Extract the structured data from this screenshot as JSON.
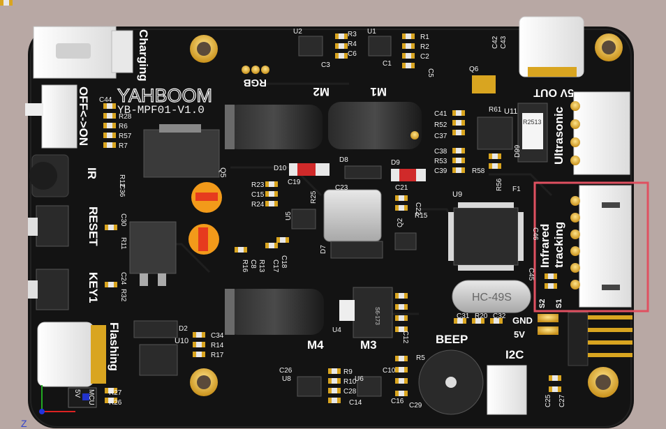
{
  "board": {
    "brand": "YAHBOOM",
    "model": "YB-MPF01-V1.0",
    "crystal": "HC-49S",
    "reg_chip": "R2513",
    "chip_u4": "S6-173"
  },
  "connectors": {
    "charging": "Charging",
    "power_switch": "OFF<->ON",
    "ir": "IR",
    "reset": "RESET",
    "key1": "KEY1",
    "flashing": "Flashing",
    "usb_out": "5V OUT",
    "ultrasonic": "Ultrasonic",
    "infrared_line1": "Infrared",
    "infrared_line2": "tracking",
    "rgb": "RGB",
    "beep": "BEEP",
    "i2c": "I2C",
    "gnd": "GND",
    "v5": "5V",
    "mcu": "MCU",
    "v5_small": "5V",
    "s1": "S1",
    "s2": "S2"
  },
  "motors": {
    "m1": "M1",
    "m2": "M2",
    "m3": "M3",
    "m4": "M4"
  },
  "refs": {
    "U1": "U1",
    "U2": "U2",
    "U4": "U4",
    "U5": "U5",
    "U6": "U6",
    "U8": "U8",
    "U9": "U9",
    "U10": "U10",
    "U11": "U11",
    "Q2": "Q2",
    "Q5": "Q5",
    "Q6": "Q6",
    "D2": "D2",
    "D7": "D7",
    "D8": "D8",
    "D9": "D9",
    "D10": "D10",
    "D99": "D99",
    "F1": "F1",
    "R1": "R1",
    "R2": "R2",
    "R3": "R3",
    "R4": "R4",
    "R5": "R5",
    "R6": "R6",
    "R7": "R7",
    "R9": "R9",
    "R10": "R10",
    "R11": "R11",
    "R12": "R12",
    "R13": "R13",
    "R14": "R14",
    "R15": "R15",
    "R16": "R16",
    "R17": "R17",
    "R20": "R20",
    "R23": "R23",
    "R24": "R24",
    "R25": "R25",
    "R26": "R26",
    "R27": "R27",
    "R28": "R28",
    "R32": "R32",
    "R52": "R52",
    "R53": "R53",
    "R56": "R56",
    "R57": "R57",
    "R58": "R58",
    "R61": "R61",
    "C1": "C1",
    "C2": "C2",
    "C3": "C3",
    "C5": "C5",
    "C6": "C6",
    "C8": "C8",
    "C10": "C10",
    "C12": "C12",
    "C14": "C14",
    "C15": "C15",
    "C16": "C16",
    "C17": "C17",
    "C18": "C18",
    "C19": "C19",
    "C22": "C22",
    "C23": "C23",
    "C24": "C24",
    "C25": "C25",
    "C26": "C26",
    "C27": "C27",
    "C28": "C28",
    "C29": "C29",
    "C30": "C30",
    "C31": "C31",
    "C32": "C32",
    "C34": "C34",
    "C36": "C36",
    "C37": "C37",
    "C38": "C38",
    "C39": "C39",
    "C41": "C41",
    "C42": "C42",
    "C43": "C43",
    "C44": "C44",
    "C45": "C45",
    "C46": "C46",
    "C21": "C21"
  },
  "axis_glyph": "Z",
  "colors": {
    "pcb": "#141414",
    "silkscreen": "#ffffff",
    "gold": "#d9a520",
    "highlight": "#e05060",
    "connector": "#f2f2f2"
  }
}
